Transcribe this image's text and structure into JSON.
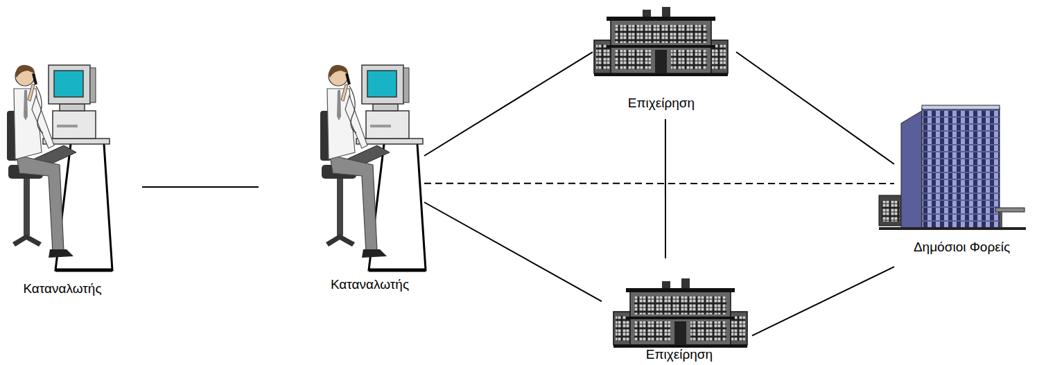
{
  "diagram": {
    "nodes": [
      {
        "text": [
          "Καταναλωτής"
        ]
      },
      {
        "text": [
          "Καταναλωτής"
        ]
      },
      {
        "text": [
          "Επιχείρηση"
        ]
      },
      {
        "text": [
          "Επιχείρηση"
        ]
      },
      {
        "text": [
          "Δημόσιοι Φορείς"
        ]
      }
    ],
    "edges": [
      {
        "from": 0,
        "to": 1,
        "arrow": "none"
      },
      {
        "from": 1,
        "to": 2,
        "arrow": "none"
      },
      {
        "from": 1,
        "to": 3,
        "arrow": "none"
      },
      {
        "from": 1,
        "to": 4,
        "arrow": "none"
      },
      {
        "from": 2,
        "to": 3,
        "arrow": "none"
      },
      {
        "from": 2,
        "to": 4,
        "arrow": "none"
      },
      {
        "from": 3,
        "to": 4,
        "arrow": "none"
      }
    ]
  }
}
